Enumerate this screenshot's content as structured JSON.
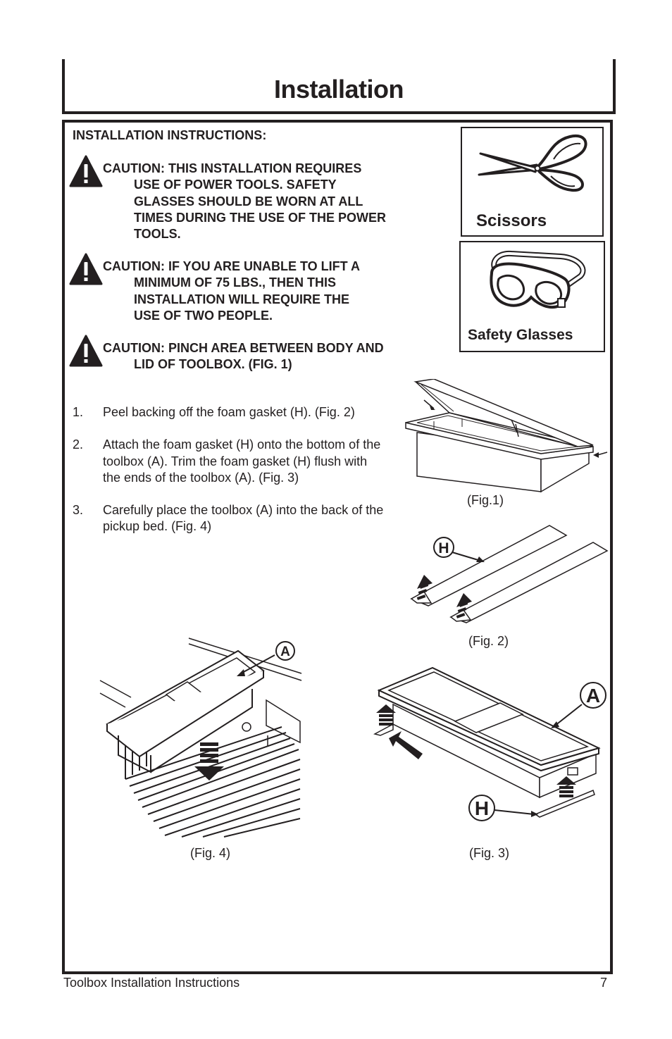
{
  "page": {
    "title": "Installation",
    "footer_left": "Toolbox Installation Instructions",
    "page_number": "7"
  },
  "instructions": {
    "heading": "INSTALLATION INSTRUCTIONS:",
    "cautions": [
      {
        "icon": "warning-triangle-icon",
        "lead": "CAUTION: THIS INSTALLATION REQUIRES",
        "rest": [
          "USE OF POWER TOOLS. SAFETY",
          "GLASSES SHOULD BE WORN AT ALL",
          "TIMES DURING THE USE OF THE POWER",
          "TOOLS."
        ]
      },
      {
        "icon": "warning-triangle-icon",
        "lead": "CAUTION: IF YOU ARE UNABLE TO LIFT A",
        "rest": [
          "MINIMUM OF 75 LBS., THEN THIS",
          "INSTALLATION WILL REQUIRE THE",
          "USE OF TWO PEOPLE."
        ]
      },
      {
        "icon": "warning-triangle-icon",
        "lead": "CAUTION: PINCH AREA BETWEEN BODY AND",
        "rest": [
          "LID OF TOOLBOX. (FIG. 1)"
        ]
      }
    ],
    "steps": [
      {
        "num": "1.",
        "lines": [
          "Peel backing off the foam gasket (H). (Fig. 2)"
        ]
      },
      {
        "num": "2.",
        "lines": [
          "Attach the foam gasket (H) onto the bottom of the",
          "toolbox (A). Trim the foam gasket (H) flush with",
          "the ends of the toolbox (A). (Fig. 3)"
        ]
      },
      {
        "num": "3.",
        "lines": [
          "Carefully place the toolbox (A) into the back of the",
          "pickup bed. (Fig. 4)"
        ]
      }
    ]
  },
  "tools": {
    "scissors_label": "Scissors",
    "glasses_label": "Safety Glasses"
  },
  "figures": {
    "fig1_caption": "(Fig.1)",
    "fig2_caption": "(Fig. 2)",
    "fig3_caption": "(Fig. 3)",
    "fig4_caption": "(Fig. 4)",
    "part_h": "H",
    "part_a": "A"
  }
}
